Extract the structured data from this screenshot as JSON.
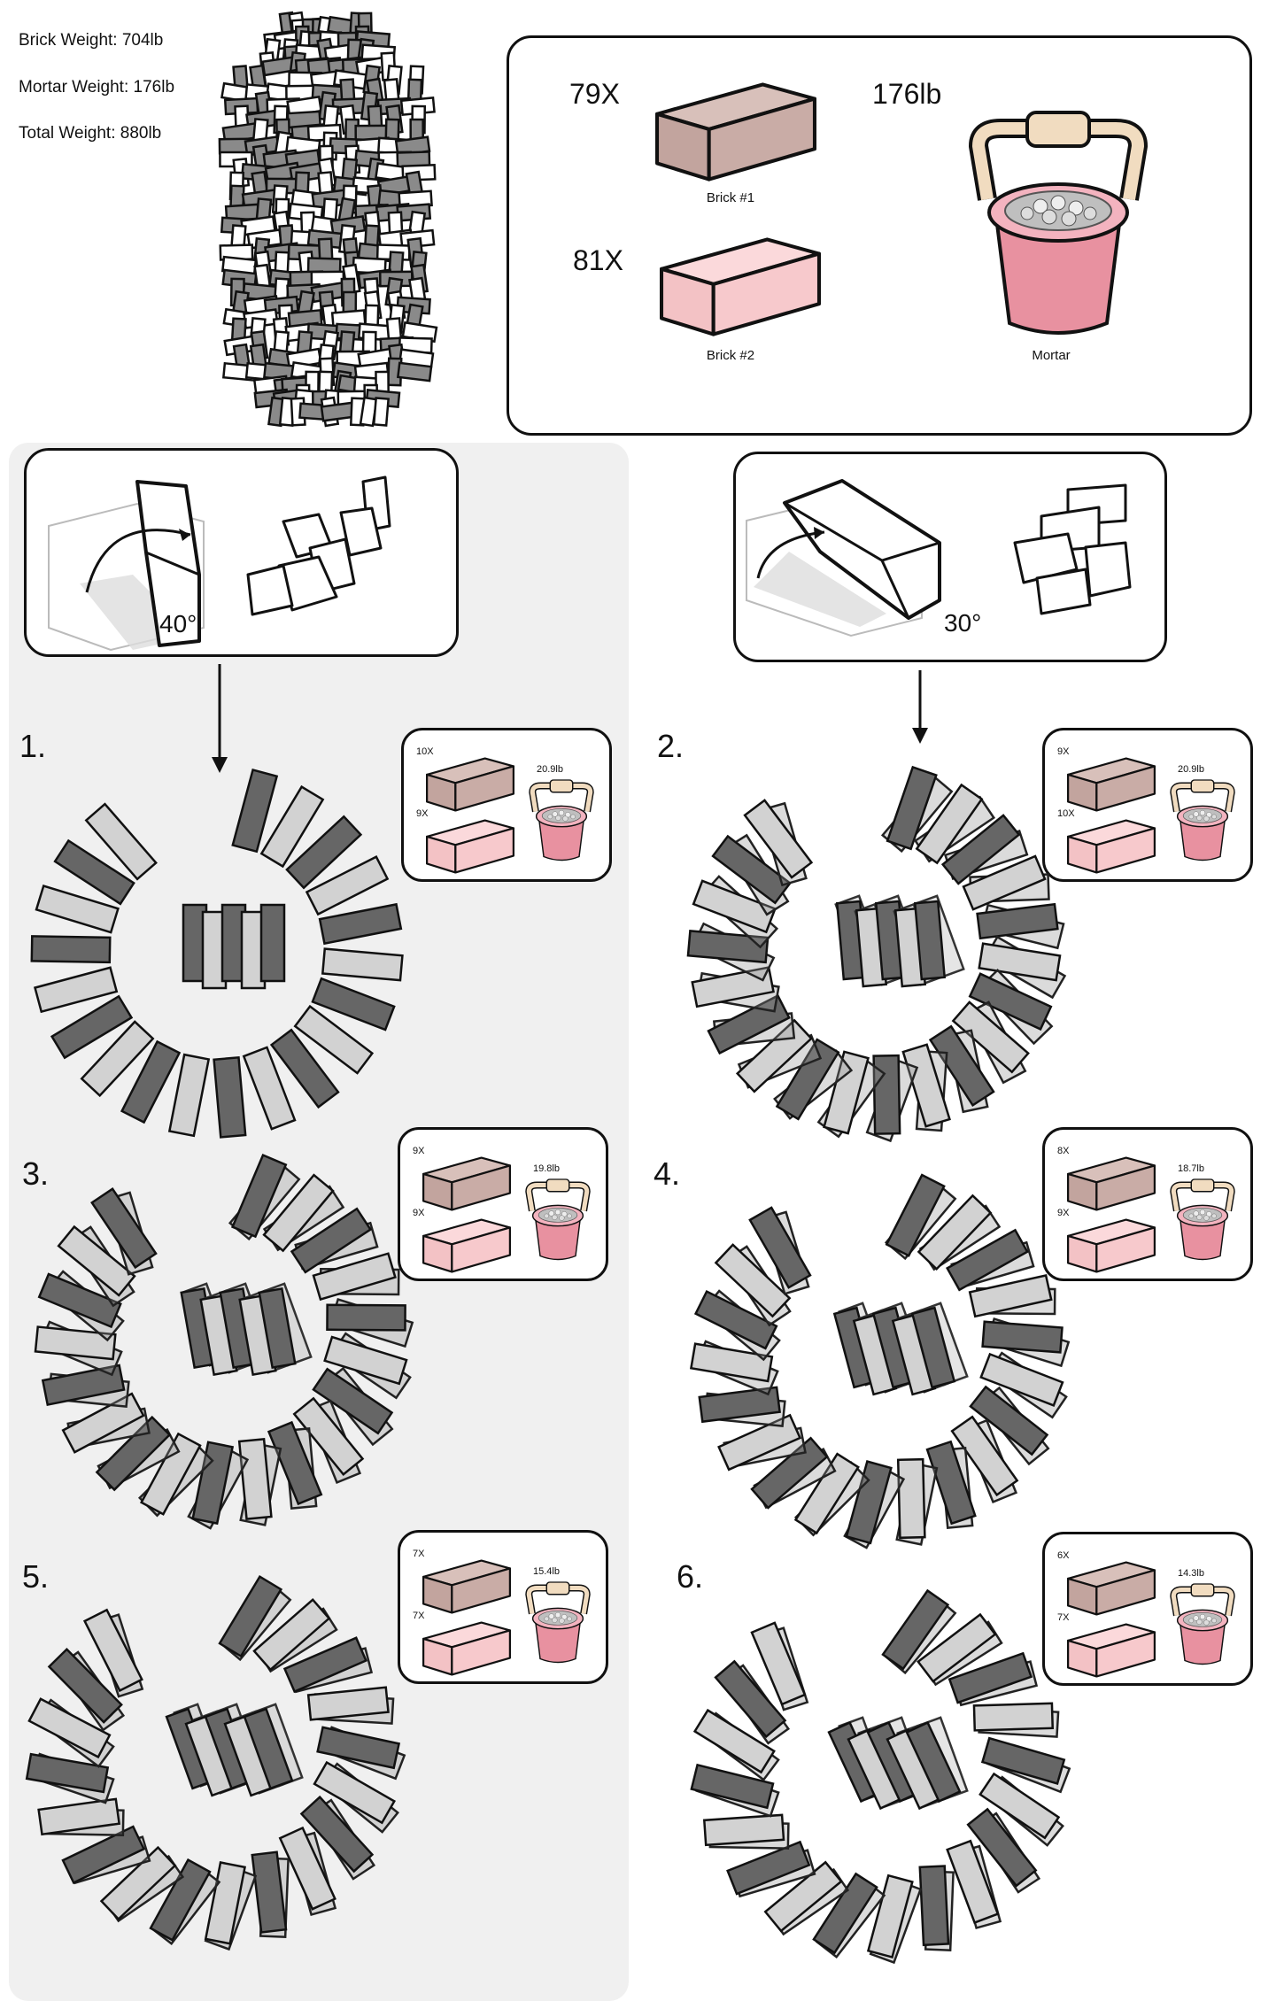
{
  "summary": {
    "brick_weight": "Brick Weight: 704lb",
    "mortar_weight": "Mortar Weight: 176lb",
    "total_weight": "Total Weight: 880lb"
  },
  "materials": {
    "brick1_count": "79X",
    "brick1_label": "Brick #1",
    "brick2_count": "81X",
    "brick2_label": "Brick #2",
    "mortar_weight": "176lb",
    "mortar_label": "Mortar"
  },
  "rotations": [
    {
      "angle": "40°"
    },
    {
      "angle": "30°"
    }
  ],
  "colors": {
    "brick1": "#c9aca6",
    "brick2": "#f7c9cc",
    "mortar_body": "#e891a0",
    "handle": "#f1dcc0",
    "dark_brick": "#666666",
    "light_brick": "#d2d2d2",
    "panel": "#f0f0f0"
  },
  "steps": [
    {
      "label": "1.",
      "brick1_count": "10X",
      "brick2_count": "9X",
      "mortar": "20.9lb"
    },
    {
      "label": "2.",
      "brick1_count": "9X",
      "brick2_count": "10X",
      "mortar": "20.9lb"
    },
    {
      "label": "3.",
      "brick1_count": "9X",
      "brick2_count": "9X",
      "mortar": "19.8lb"
    },
    {
      "label": "4.",
      "brick1_count": "8X",
      "brick2_count": "9X",
      "mortar": "18.7lb"
    },
    {
      "label": "5.",
      "brick1_count": "7X",
      "brick2_count": "7X",
      "mortar": "15.4lb"
    },
    {
      "label": "6.",
      "brick1_count": "6X",
      "brick2_count": "7X",
      "mortar": "14.3lb"
    }
  ]
}
